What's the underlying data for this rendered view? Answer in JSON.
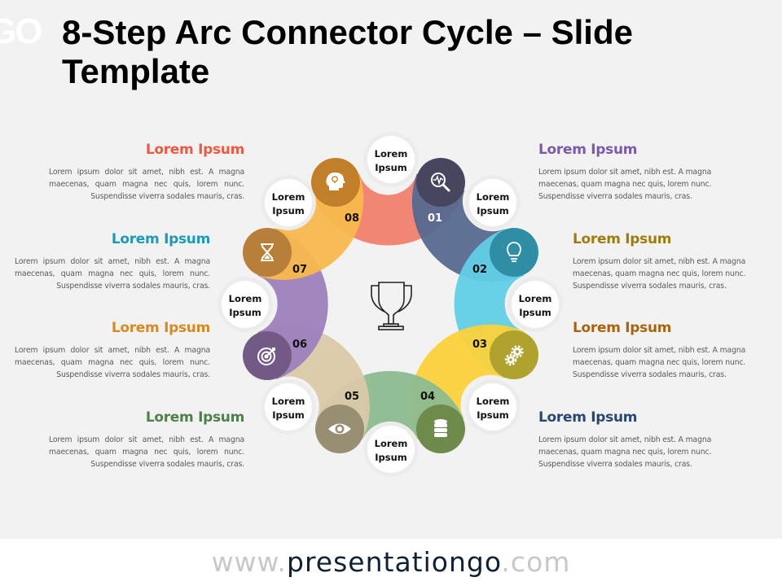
{
  "header": {
    "logo_fragment": "GO",
    "title": "8-Step Arc Connector Cycle – Slide Template"
  },
  "diagram": {
    "center_icon": "trophy-icon",
    "steps": [
      {
        "number": "01",
        "icon": "search-pulse-icon",
        "color": "#56698f",
        "icon_circle_color": "#46465e"
      },
      {
        "number": "02",
        "icon": "lightbulb-icon",
        "color": "#61cfe6",
        "icon_circle_color": "#2f8ea4"
      },
      {
        "number": "03",
        "icon": "gears-icon",
        "color": "#fbd13b",
        "icon_circle_color": "#b0a22e"
      },
      {
        "number": "04",
        "icon": "database-icon",
        "color": "#8cbb8f",
        "icon_circle_color": "#6f8b4b"
      },
      {
        "number": "05",
        "icon": "eye-icon",
        "color": "#dac9a8",
        "icon_circle_color": "#988e72"
      },
      {
        "number": "06",
        "icon": "target-icon",
        "color": "#9c7fbd",
        "icon_circle_color": "#735a86"
      },
      {
        "number": "07",
        "icon": "hourglass-icon",
        "color": "#f8b84d",
        "icon_circle_color": "#b77f3a"
      },
      {
        "number": "08",
        "icon": "head-idea-icon",
        "color": "#f0806d",
        "icon_circle_color": "#c27f2a"
      }
    ],
    "labels": [
      {
        "line1": "Lorem",
        "line2": "Ipsum"
      },
      {
        "line1": "Lorem",
        "line2": "Ipsum"
      },
      {
        "line1": "Lorem",
        "line2": "Ipsum"
      },
      {
        "line1": "Lorem",
        "line2": "Ipsum"
      },
      {
        "line1": "Lorem",
        "line2": "Ipsum"
      },
      {
        "line1": "Lorem",
        "line2": "Ipsum"
      },
      {
        "line1": "Lorem",
        "line2": "Ipsum"
      },
      {
        "line1": "Lorem",
        "line2": "Ipsum"
      }
    ]
  },
  "text_blocks": {
    "left": [
      {
        "title": "Lorem Ipsum",
        "color": "#ea5b45",
        "body": "Lorem ipsum dolor sit amet, nibh est. A magna maecenas, quam magna nec quis, lorem nunc. Suspendisse viverra sodales mauris, cras."
      },
      {
        "title": "Lorem Ipsum",
        "color": "#1d9ab5",
        "body": "Lorem ipsum dolor sit amet, nibh est. A magna maecenas, quam magna nec quis, lorem nunc. Suspendisse viverra sodales mauris, cras."
      },
      {
        "title": "Lorem Ipsum",
        "color": "#d58a24",
        "body": "Lorem ipsum dolor sit amet, nibh est. A magna maecenas, quam magna nec quis, lorem nunc. Suspendisse viverra sodales mauris, cras."
      },
      {
        "title": "Lorem Ipsum",
        "color": "#4e804a",
        "body": "Lorem ipsum dolor sit amet, nibh est. A magna maecenas, quam magna nec quis, lorem nunc. Suspendisse viverra sodales mauris, cras."
      }
    ],
    "right": [
      {
        "title": "Lorem Ipsum",
        "color": "#7e59a8",
        "body": "Lorem ipsum dolor sit amet, nibh est. A magna maecenas, quam magna nec quis, lorem nunc. Suspendisse viverra sodales mauris, cras."
      },
      {
        "title": "Lorem Ipsum",
        "color": "#9d7d0e",
        "body": "Lorem ipsum dolor sit amet, nibh est. A magna maecenas, quam magna nec quis, lorem nunc. Suspendisse viverra sodales mauris, cras."
      },
      {
        "title": "Lorem Ipsum",
        "color": "#a8650c",
        "body": "Lorem ipsum dolor sit amet, nibh est. A magna maecenas, quam magna nec quis, lorem nunc. Suspendisse viverra sodales mauris, cras."
      },
      {
        "title": "Lorem Ipsum",
        "color": "#284872",
        "body": "Lorem ipsum dolor sit amet, nibh est. A magna maecenas, quam magna nec quis, lorem nunc. Suspendisse viverra sodales mauris, cras."
      }
    ]
  },
  "footer": {
    "www": "www.",
    "brand": "presentationgo",
    "tld": ".com"
  }
}
